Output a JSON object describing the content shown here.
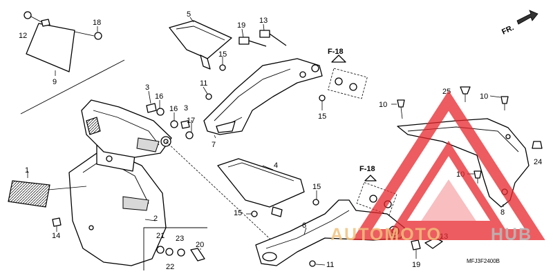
{
  "diagram": {
    "callouts": [
      "1",
      "2",
      "3",
      "3",
      "4",
      "5",
      "6",
      "7",
      "8",
      "9",
      "10",
      "10",
      "10",
      "11",
      "11",
      "12",
      "13",
      "13",
      "14",
      "15",
      "15",
      "15",
      "15",
      "16",
      "16",
      "17",
      "18",
      "19",
      "19",
      "20",
      "21",
      "22",
      "23",
      "24",
      "25"
    ],
    "refs": [
      "F-18",
      "F-18"
    ],
    "direction_label": "FR.",
    "drawing_code": "MFJ3F2400B"
  },
  "watermark": {
    "text_colored": "AUTOMOTO",
    "text_grey": "HUB",
    "colors": {
      "triangle": "#e8262b",
      "auto": "#f1c27d",
      "hub": "#b8b8b8"
    },
    "icon": "warning-triangle-logo"
  },
  "colors": {
    "line": "#000000",
    "background": "#ffffff"
  }
}
